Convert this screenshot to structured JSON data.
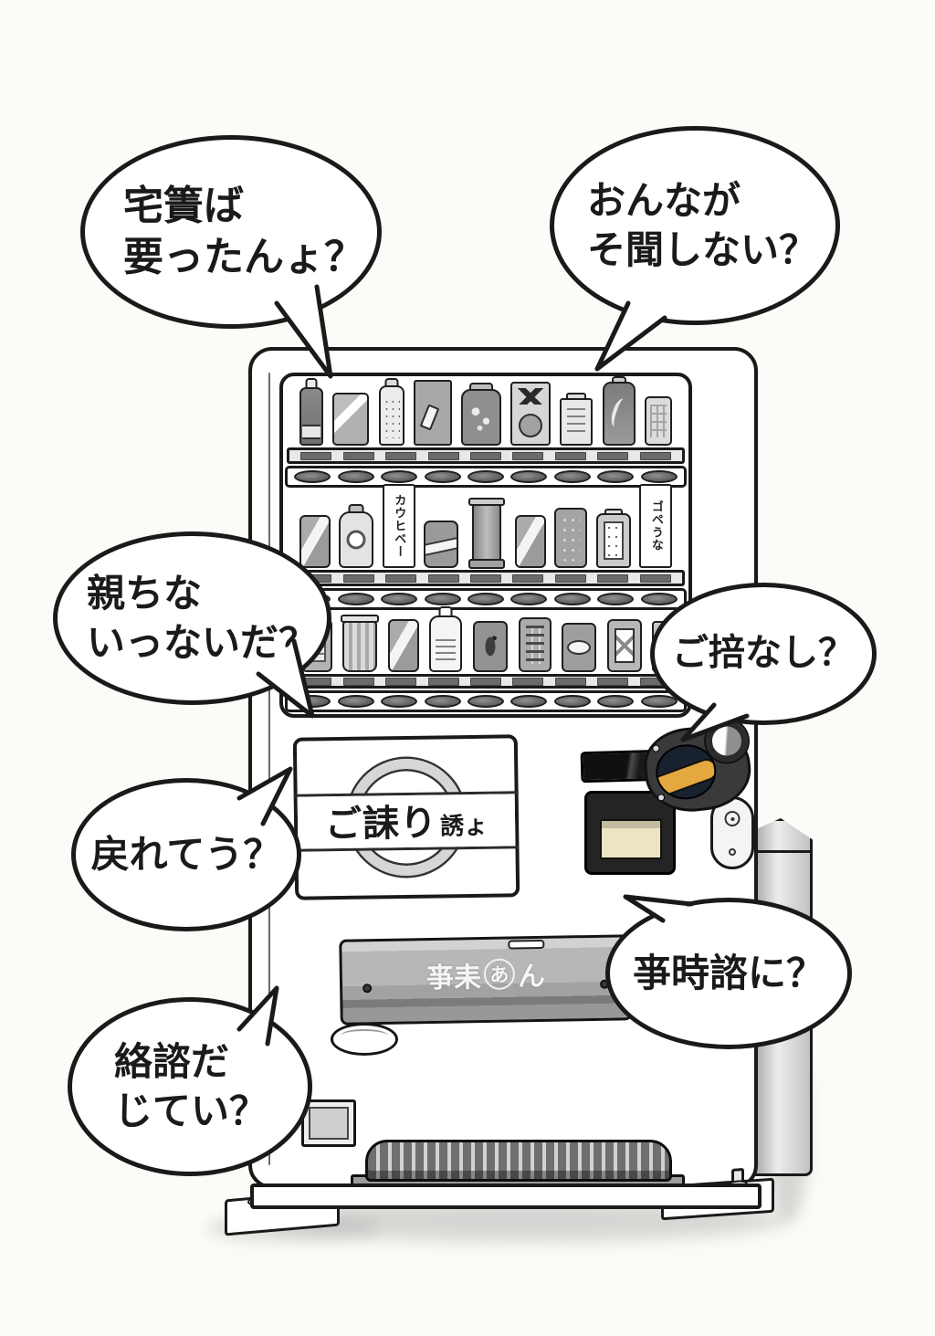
{
  "scene": {
    "background_color": "#fcfbf7",
    "ink_color": "#1a1a1a"
  },
  "bubbles": [
    {
      "name": "bubble-top-left",
      "lines": [
        "宅簀ば",
        "要ったんょ？"
      ]
    },
    {
      "name": "bubble-top-right",
      "lines": [
        "おんなが",
        "そ聞しない？"
      ]
    },
    {
      "name": "bubble-mid-left",
      "lines": [
        "親ちな",
        "いっないだ？"
      ]
    },
    {
      "name": "bubble-mid-right",
      "lines": [
        "ご掊なし？",
        ""
      ]
    },
    {
      "name": "bubble-low-left",
      "lines": [
        "戻れてう？",
        ""
      ]
    },
    {
      "name": "bubble-low-right",
      "lines": [
        "亊時諮に？",
        ""
      ]
    },
    {
      "name": "bubble-bottom-left",
      "lines": [
        "絡諮だ",
        "じてい？"
      ]
    }
  ],
  "machine": {
    "panel": {
      "text_main": "ご誄り",
      "text_small": "誘ょ"
    },
    "tray": {
      "text_left": "亊耒",
      "text_circled": "あ",
      "text_right": "ん"
    },
    "shelves": [
      {
        "slots": 9,
        "items": [
          {
            "type": "bottle-dark"
          },
          {
            "type": "carton-diag"
          },
          {
            "type": "spray"
          },
          {
            "type": "box-tall"
          },
          {
            "type": "jar-big"
          },
          {
            "type": "carton-x"
          },
          {
            "type": "carton-small"
          },
          {
            "type": "can-tall"
          },
          {
            "type": "can-small"
          }
        ]
      },
      {
        "slots": 9,
        "items": [
          {
            "type": "can-diag"
          },
          {
            "type": "bottle-round"
          },
          {
            "type": "card",
            "text": "カウヒベー"
          },
          {
            "type": "jar-label"
          },
          {
            "type": "column"
          },
          {
            "type": "can-diag"
          },
          {
            "type": "can-dots"
          },
          {
            "type": "jar-grid"
          },
          {
            "type": "card",
            "text": "ゴペうな"
          }
        ]
      },
      {
        "slots": 9,
        "items": [
          {
            "type": "can-label"
          },
          {
            "type": "cup-fluted"
          },
          {
            "type": "can-diag"
          },
          {
            "type": "bottle-white"
          },
          {
            "type": "can-dark"
          },
          {
            "type": "can-print"
          },
          {
            "type": "can-oval"
          },
          {
            "type": "can-window"
          },
          {
            "type": "can-half"
          }
        ]
      }
    ]
  },
  "colors": {
    "accent_yellow": "#e3a83f",
    "coin_navy": "#18222e",
    "bill_slot_cream": "#ece4c2",
    "machine_gray": "#b7b7b7"
  }
}
